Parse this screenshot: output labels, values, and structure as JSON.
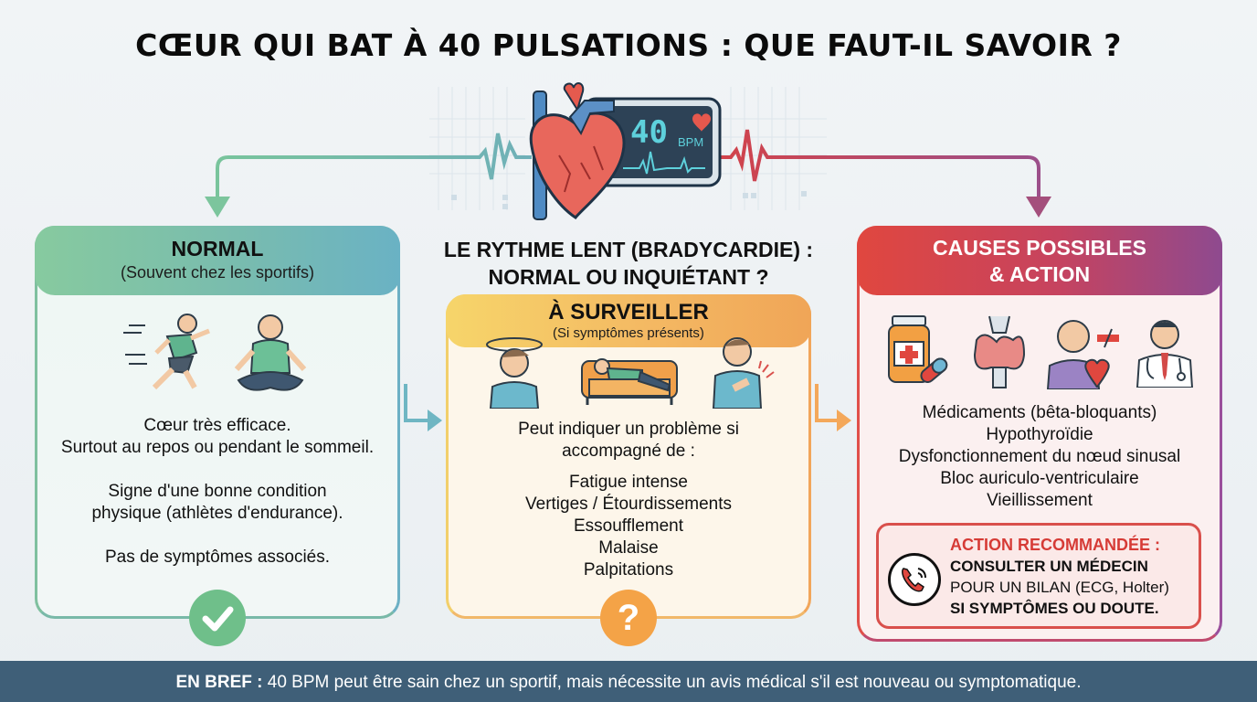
{
  "title": "CŒUR QUI BAT À 40 PULSATIONS : QUE FAUT-IL SAVOIR ?",
  "monitor": {
    "value": "40",
    "unit": "BPM"
  },
  "colors": {
    "normal": "#7fc09f",
    "watch": "#f4b963",
    "causes": "#e0473f",
    "footer_bg": "#3f5f78",
    "action_red": "#d63b36"
  },
  "normal_card": {
    "title": "NORMAL",
    "subtitle": "(Souvent chez les sportifs)",
    "icons": [
      "runner-icon",
      "meditation-icon"
    ],
    "lines": [
      "Cœur très efficace.",
      "Surtout au repos ou pendant le sommeil.",
      "",
      "Signe d'une bonne condition",
      "physique (athlètes d'endurance).",
      "",
      "Pas de symptômes associés."
    ],
    "badge": "check-icon"
  },
  "middle": {
    "heading_line1": "LE RYTHME LENT (BRADYCARDIE) :",
    "heading_line2": "NORMAL OU INQUIÉTANT ?"
  },
  "watch_card": {
    "title": "À SURVEILLER",
    "subtitle": "(Si symptômes présents)",
    "icons": [
      "dizzy-person-icon",
      "tired-person-couch-icon",
      "chest-pain-person-icon"
    ],
    "intro_line1": "Peut indiquer un problème si",
    "intro_line2": "accompagné de :",
    "symptoms": [
      "Fatigue intense",
      "Vertiges / Étourdissements",
      "Essoufflement",
      "Malaise",
      "Palpitations"
    ],
    "badge": "?"
  },
  "causes_card": {
    "title_line1": "CAUSES POSSIBLES",
    "title_line2": "& ACTION",
    "icons": [
      "medication-icon",
      "thyroid-icon",
      "elderly-heart-icon",
      "doctor-icon"
    ],
    "causes": [
      "Médicaments (bêta-bloquants)",
      "Hypothyroïdie",
      "Dysfonctionnement du nœud sinusal",
      "Bloc auriculo-ventriculaire",
      "Vieillissement"
    ],
    "action": {
      "title": "ACTION RECOMMANDÉE :",
      "line1": "CONSULTER UN MÉDECIN",
      "line2": "POUR UN BILAN (ECG, Holter)",
      "line3": "SI SYMPTÔMES OU DOUTE."
    }
  },
  "footer": {
    "label": "EN BREF :",
    "text": " 40 BPM peut être sain chez un sportif, mais nécessite un avis médical s'il est nouveau ou symptomatique."
  }
}
